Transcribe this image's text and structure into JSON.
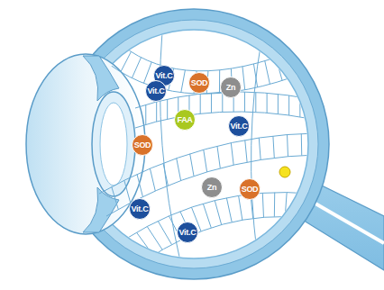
{
  "diagram": {
    "nodes": [
      {
        "text": [
          "Vit.C"
        ]
      },
      {
        "text": [
          "Vit.C"
        ]
      },
      {
        "text": [
          "SOD"
        ]
      },
      {
        "text": [
          "Zn"
        ]
      },
      {
        "text": [
          "FAA"
        ]
      },
      {
        "text": [
          "Vit.C"
        ]
      },
      {
        "text": [
          "SOD"
        ]
      },
      {
        "text": [
          "Zn"
        ]
      },
      {
        "text": [
          "SOD"
        ]
      },
      {
        "text": [
          "Vit.C"
        ]
      },
      {
        "text": [
          "Vit.C"
        ]
      }
    ]
  }
}
